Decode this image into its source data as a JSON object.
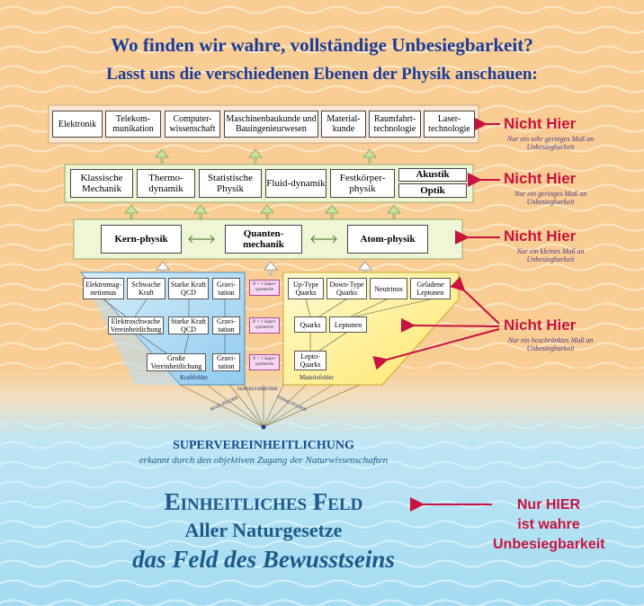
{
  "header": {
    "line1": "Wo finden wir wahre, vollständige Unbesiegbarkeit?",
    "line2": "Lasst uns die verschiedenen Ebenen der Physik anschauen:"
  },
  "level1": [
    "Elektronik",
    "Telekom-munikation",
    "Computer-wissenschaft",
    "Maschinenbaukunde und Bauingenieurwesen",
    "Material-kunde",
    "Raumfahrt-technologie",
    "Laser-technologie"
  ],
  "level2": [
    "Klassische Mechanik",
    "Thermo-dynamik",
    "Statistische Physik",
    "Fluid-dynamik",
    "Festkörper-physik"
  ],
  "level2_split": {
    "top": "Akustik",
    "bottom": "Optik"
  },
  "level3": [
    "Kern-physik",
    "Quanten-mechanik",
    "Atom-physik"
  ],
  "forces": {
    "row1": [
      "Elektromag-netismus",
      "Schwache Kraft",
      "Starke Kraft QCD",
      "Gravi-tation"
    ],
    "row2": [
      "Elektroschwache Vereinheitlichung",
      "Starke Kraft QCD",
      "Gravi-tation"
    ],
    "row3": [
      "Große Vereinheitlichung",
      "Gravi-tation"
    ],
    "label": "Kraftfelder"
  },
  "susy": [
    "N = 1 Super-symmetrie",
    "N = 1 Super-symmetrie",
    "N = 1 Super-symmetrie"
  ],
  "matter": {
    "row1": [
      "Up-Type Quarks",
      "Down-Type Quarks",
      "Neutrinos",
      "Geladene Leptonen"
    ],
    "row2": [
      "Quarks",
      "Leptonen"
    ],
    "row3": [
      "Lepto-Quarks"
    ],
    "label": "Materiefelder"
  },
  "fan_labels": {
    "supersym": "SUPERSYMMETRIE",
    "bose": "BOSE-FELDER",
    "fermi": "FERMI-FELDER"
  },
  "annotations": [
    {
      "title": "Nicht Hier",
      "sub": "Nur ein sehr geringes Maß an Unbesiegbarkeit"
    },
    {
      "title": "Nicht Hier",
      "sub": "Nur ein geringes Maß an Unbesiegbarkeit"
    },
    {
      "title": "Nicht Hier",
      "sub": "Nur ein kleines Maß an Unbesiegbarkeit"
    },
    {
      "title": "Nicht Hier",
      "sub": "Nur ein beschränktes Maß an Unbesiegbarkeit"
    }
  ],
  "super": {
    "title": "SUPERVEREINHEITLICHUNG",
    "sub": "erkannt durch den objektiven Zugang der Naturwissenschaften"
  },
  "unified": {
    "line1": "Einheitliches Feld",
    "line2": "Aller Naturgesetze",
    "line3": "das Feld des Bewusstseins"
  },
  "only_here": {
    "line1": "Nur HIER",
    "line2": "ist wahre",
    "line3": "Unbesiegbarkeit"
  },
  "colors": {
    "sand": "#f9cd93",
    "sea": "#a7ddf2",
    "title_blue": "#1a3d9a",
    "accent_red": "#c8123f",
    "level_green": "#eff6d6",
    "force_blue": "#bfe3f7",
    "matter_yellow": "#fff6a6"
  }
}
